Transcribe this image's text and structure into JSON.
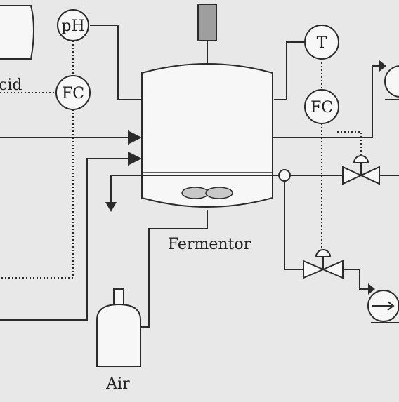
{
  "colors": {
    "background": "#e8e8e8",
    "line": "#2b2b2b",
    "equipment_fill": "#f7f7f7",
    "motor_fill": "#9e9e9e",
    "impeller_fill": "#c8c8c8"
  },
  "labels": {
    "acid_tank": "cid",
    "ph_sensor": "pH",
    "fc_acid": "FC",
    "temp_sensor": "T",
    "fc_temp": "FC",
    "fermentor": "Fermentor",
    "air": "Air"
  },
  "icons": {
    "motor": "motor-icon",
    "impeller": "impeller-icon",
    "valve": "control-valve-icon",
    "pump": "pump-icon",
    "air_cylinder": "gas-cylinder-icon",
    "flow_arrow": "arrow-icon"
  }
}
